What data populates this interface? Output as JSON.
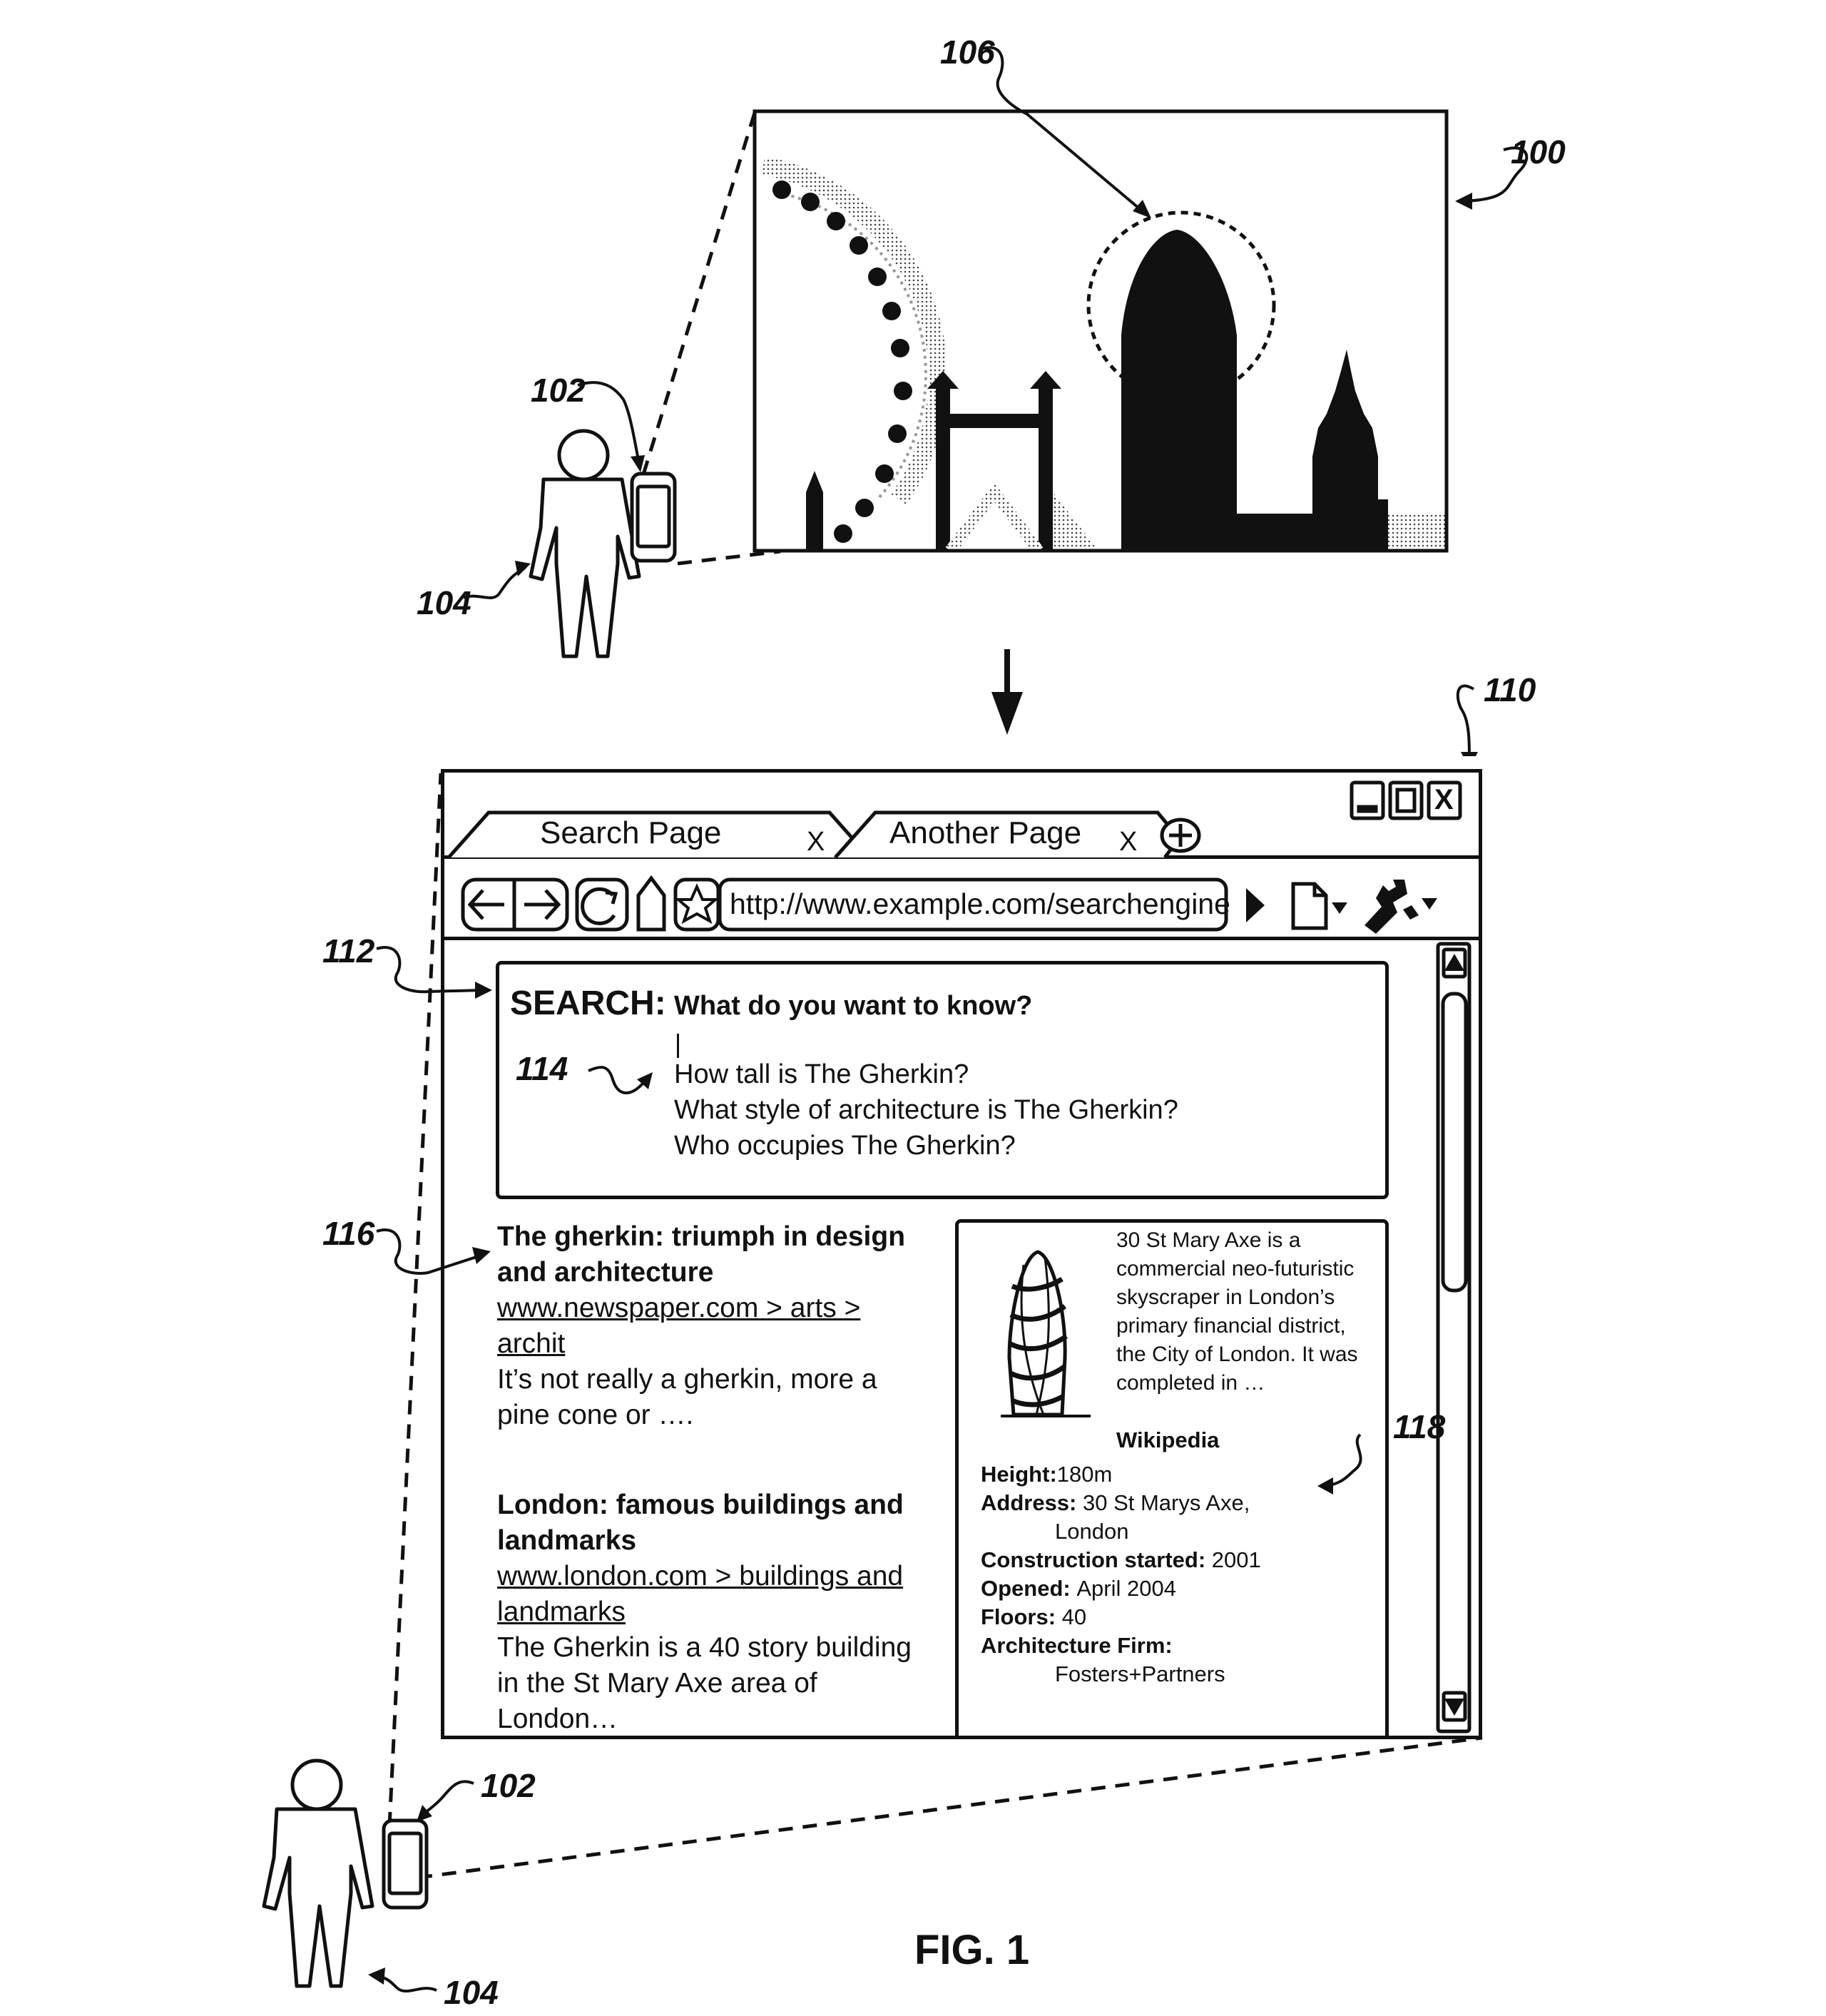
{
  "refs": {
    "photo": "100",
    "device_top": "102",
    "user_top": "104",
    "landmark": "106",
    "browser": "110",
    "search_box": "112",
    "suggestions": "114",
    "results": "116",
    "knowledge_panel": "118",
    "device_bottom": "102",
    "user_bottom": "104"
  },
  "figure_label": "FIG. 1",
  "browser": {
    "tabs": [
      {
        "label": "Search Page",
        "close": "X"
      },
      {
        "label": "Another Page",
        "close": "X"
      }
    ],
    "window_controls": {
      "close": "X"
    },
    "url": "http://www.example.com/searchengine"
  },
  "search": {
    "label": "SEARCH:",
    "prompt": "What do you want to know?",
    "cursor": "|",
    "suggestions": [
      "How tall is The Gherkin?",
      "What style of architecture is The Gherkin?",
      "Who occupies The Gherkin?"
    ]
  },
  "results": [
    {
      "title": "The gherkin: triumph in design and architecture",
      "url": "www.newspaper.com > arts > archit",
      "snippet": "It’s not really a gherkin, more a pine cone or …."
    },
    {
      "title": "London: famous buildings and landmarks",
      "url": "www.london.com > buildings and landmarks",
      "snippet": "The Gherkin is a 40 story building in the St Mary Axe area of London…"
    }
  ],
  "knowledge_panel": {
    "description": "30 St Mary Axe is a commercial neo-futuristic skyscraper in London’s primary financial district, the City of London. It was completed in …",
    "source": "Wikipedia",
    "facts": [
      {
        "key": "Height",
        "sep": ":",
        "value": "180m"
      },
      {
        "key": "Address",
        "sep": ": ",
        "value": "30 St Marys Axe,"
      },
      {
        "key": "",
        "sep": "",
        "value": "London"
      },
      {
        "key": "Construction started",
        "sep": ": ",
        "value": "2001"
      },
      {
        "key": "Opened",
        "sep": ": ",
        "value": "April 2004"
      },
      {
        "key": "Floors",
        "sep": ": ",
        "value": "40"
      },
      {
        "key": "Architecture Firm",
        "sep": ":",
        "value": ""
      },
      {
        "key": "",
        "sep": "",
        "value": "Fosters+Partners"
      }
    ]
  }
}
